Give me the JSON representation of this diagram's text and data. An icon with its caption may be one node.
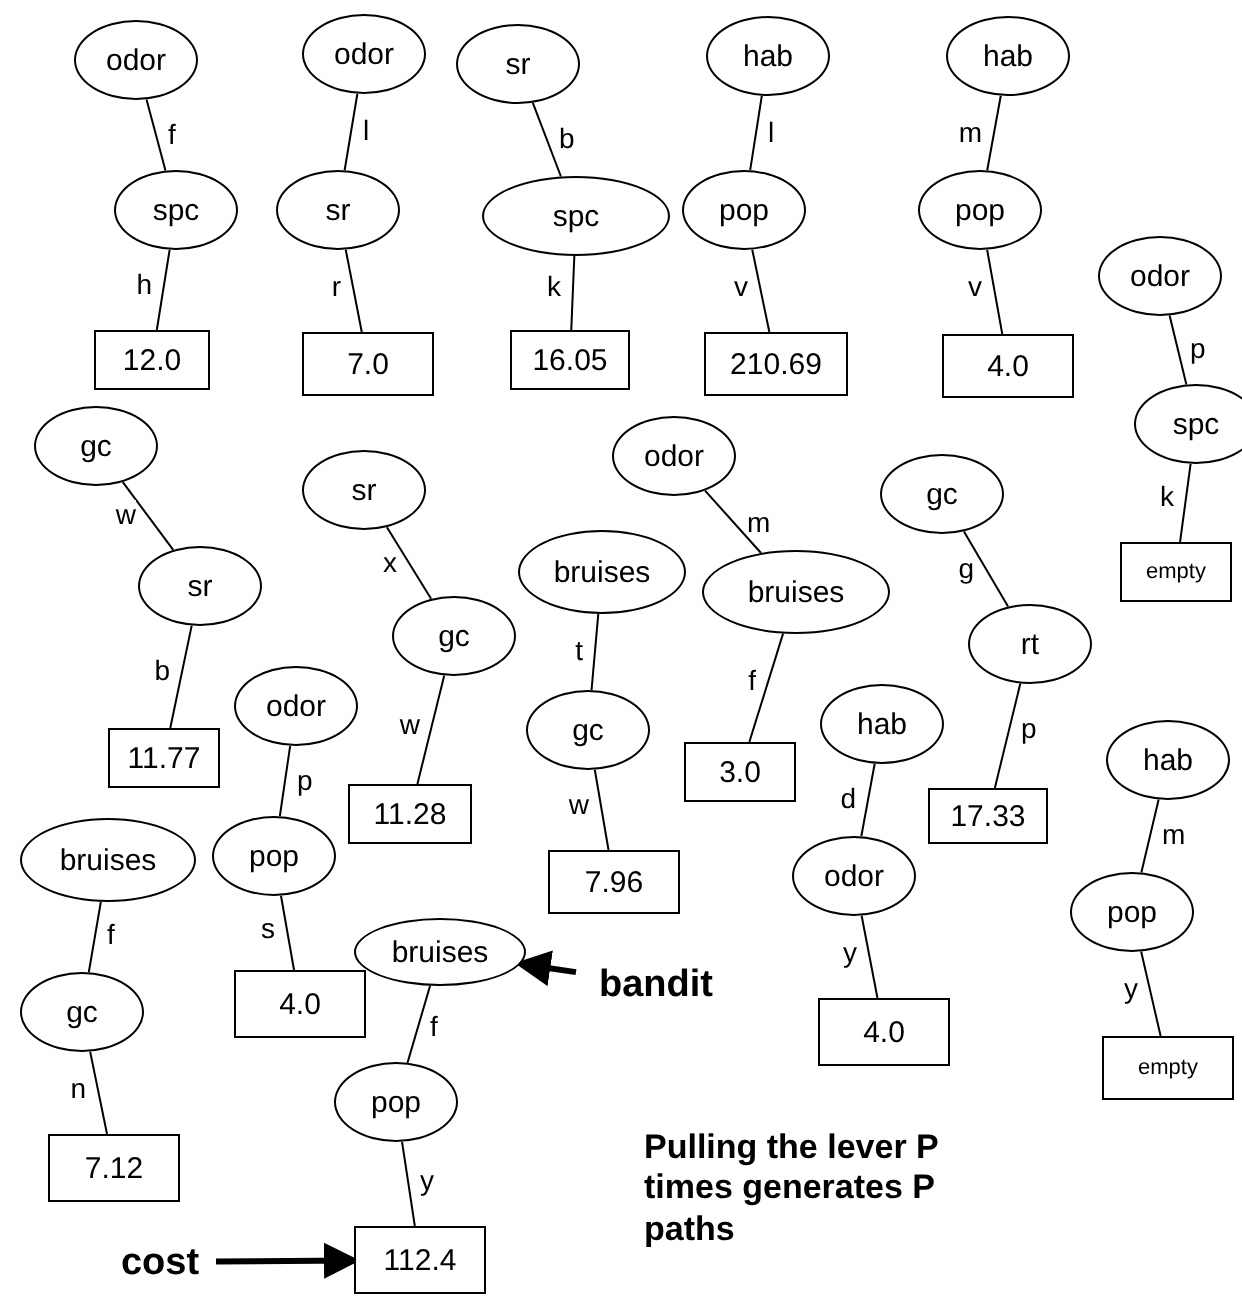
{
  "diagram": {
    "nodes": [
      {
        "text": [
          "odor"
        ]
      },
      {
        "text": [
          "spc"
        ]
      },
      {
        "text": [
          "12.0"
        ]
      },
      {
        "text": [
          "odor"
        ]
      },
      {
        "text": [
          "sr"
        ]
      },
      {
        "text": [
          "7.0"
        ]
      },
      {
        "text": [
          "sr"
        ]
      },
      {
        "text": [
          "spc"
        ]
      },
      {
        "text": [
          "16.05"
        ]
      },
      {
        "text": [
          "hab"
        ]
      },
      {
        "text": [
          "pop"
        ]
      },
      {
        "text": [
          "210.69"
        ]
      },
      {
        "text": [
          "hab"
        ]
      },
      {
        "text": [
          "pop"
        ]
      },
      {
        "text": [
          "4.0"
        ]
      },
      {
        "text": [
          "odor"
        ]
      },
      {
        "text": [
          "spc"
        ]
      },
      {
        "text": [
          "empty"
        ]
      },
      {
        "text": [
          "gc"
        ]
      },
      {
        "text": [
          "sr"
        ]
      },
      {
        "text": [
          "11.77"
        ]
      },
      {
        "text": [
          "sr"
        ]
      },
      {
        "text": [
          "gc"
        ]
      },
      {
        "text": [
          "11.28"
        ]
      },
      {
        "text": [
          "odor"
        ]
      },
      {
        "text": [
          "bruises"
        ]
      },
      {
        "text": [
          "3.0"
        ]
      },
      {
        "text": [
          "bruises"
        ]
      },
      {
        "text": [
          "gc"
        ]
      },
      {
        "text": [
          "7.96"
        ]
      },
      {
        "text": [
          "gc"
        ]
      },
      {
        "text": [
          "rt"
        ]
      },
      {
        "text": [
          "17.33"
        ]
      },
      {
        "text": [
          "odor"
        ]
      },
      {
        "text": [
          "pop"
        ]
      },
      {
        "text": [
          "4.0"
        ]
      },
      {
        "text": [
          "hab"
        ]
      },
      {
        "text": [
          "odor"
        ]
      },
      {
        "text": [
          "4.0"
        ]
      },
      {
        "text": [
          "hab"
        ]
      },
      {
        "text": [
          "pop"
        ]
      },
      {
        "text": [
          "empty"
        ]
      },
      {
        "text": [
          "bruises"
        ]
      },
      {
        "text": [
          "gc"
        ]
      },
      {
        "text": [
          "7.12"
        ]
      },
      {
        "text": [
          "bruises"
        ]
      },
      {
        "text": [
          "pop"
        ]
      },
      {
        "text": [
          "112.4"
        ]
      },
      {
        "text": [
          "bandit"
        ]
      },
      {
        "text": [
          "cost"
        ]
      }
    ],
    "edges": [
      {
        "from": 0,
        "to": 1,
        "arrow": "none",
        "label": "f"
      },
      {
        "from": 1,
        "to": 2,
        "arrow": "none",
        "label": "h"
      },
      {
        "from": 3,
        "to": 4,
        "arrow": "none",
        "label": "l"
      },
      {
        "from": 4,
        "to": 5,
        "arrow": "none",
        "label": "r"
      },
      {
        "from": 6,
        "to": 7,
        "arrow": "none",
        "label": "b"
      },
      {
        "from": 7,
        "to": 8,
        "arrow": "none",
        "label": "k"
      },
      {
        "from": 9,
        "to": 10,
        "arrow": "none",
        "label": "l"
      },
      {
        "from": 10,
        "to": 11,
        "arrow": "none",
        "label": "v"
      },
      {
        "from": 12,
        "to": 13,
        "arrow": "none",
        "label": "m"
      },
      {
        "from": 13,
        "to": 14,
        "arrow": "none",
        "label": "v"
      },
      {
        "from": 15,
        "to": 16,
        "arrow": "none",
        "label": "p"
      },
      {
        "from": 16,
        "to": 17,
        "arrow": "none",
        "label": "k"
      },
      {
        "from": 18,
        "to": 19,
        "arrow": "none",
        "label": "w"
      },
      {
        "from": 19,
        "to": 20,
        "arrow": "none",
        "label": "b"
      },
      {
        "from": 21,
        "to": 22,
        "arrow": "none",
        "label": "x"
      },
      {
        "from": 22,
        "to": 23,
        "arrow": "none",
        "label": "w"
      },
      {
        "from": 24,
        "to": 25,
        "arrow": "none",
        "label": "m"
      },
      {
        "from": 25,
        "to": 26,
        "arrow": "none",
        "label": "f"
      },
      {
        "from": 27,
        "to": 28,
        "arrow": "none",
        "label": "t"
      },
      {
        "from": 28,
        "to": 29,
        "arrow": "none",
        "label": "w"
      },
      {
        "from": 30,
        "to": 31,
        "arrow": "none",
        "label": "g"
      },
      {
        "from": 31,
        "to": 32,
        "arrow": "none",
        "label": "p"
      },
      {
        "from": 33,
        "to": 34,
        "arrow": "none",
        "label": "p"
      },
      {
        "from": 34,
        "to": 35,
        "arrow": "none",
        "label": "s"
      },
      {
        "from": 36,
        "to": 37,
        "arrow": "none",
        "label": "d"
      },
      {
        "from": 37,
        "to": 38,
        "arrow": "none",
        "label": "y"
      },
      {
        "from": 39,
        "to": 40,
        "arrow": "none",
        "label": "m"
      },
      {
        "from": 40,
        "to": 41,
        "arrow": "none",
        "label": "y"
      },
      {
        "from": 42,
        "to": 43,
        "arrow": "none",
        "label": "f"
      },
      {
        "from": 43,
        "to": 44,
        "arrow": "none",
        "label": "n"
      },
      {
        "from": 45,
        "to": 46,
        "arrow": "none",
        "label": "f"
      },
      {
        "from": 46,
        "to": 47,
        "arrow": "none",
        "label": "y"
      },
      {
        "from": 48,
        "to": 45,
        "arrow": "to",
        "style": "thick"
      },
      {
        "from": 49,
        "to": 47,
        "arrow": "to",
        "style": "thick"
      }
    ],
    "labels": [
      "Pulling the lever P times generates P paths"
    ]
  }
}
